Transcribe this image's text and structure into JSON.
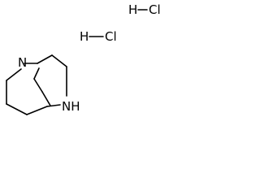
{
  "structure": {
    "atoms": {
      "n1": "N",
      "nh": "NH"
    },
    "salt": {
      "hcl_1": {
        "h": "H",
        "cl": "Cl"
      },
      "hcl_2": {
        "h": "H",
        "cl": "Cl"
      }
    }
  }
}
